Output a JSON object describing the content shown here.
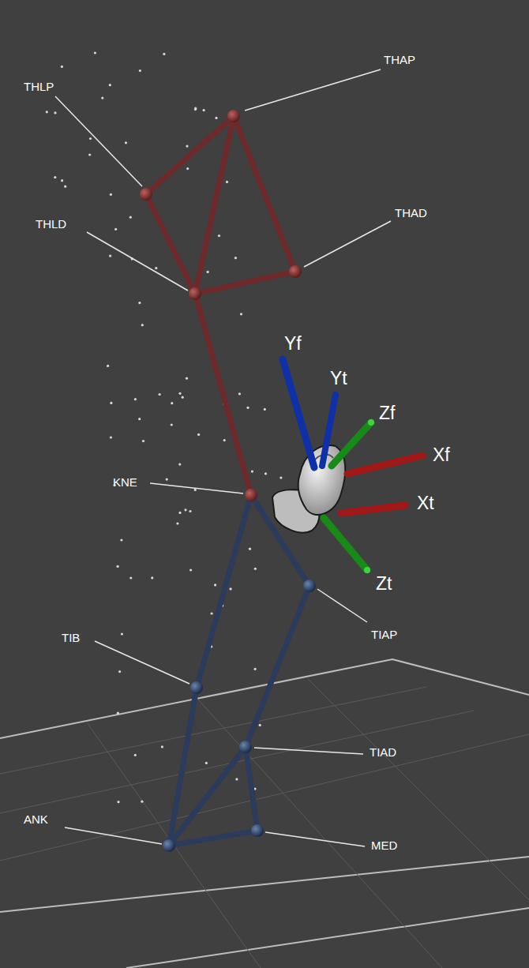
{
  "diagram": {
    "labels": [
      "THAP",
      "THLP",
      "THAD",
      "THLD",
      "KNE",
      "TIB",
      "TIAP",
      "TIAD",
      "ANK",
      "MED",
      "Yf",
      "Yt",
      "Zf",
      "Xf",
      "Xt",
      "Zt"
    ]
  }
}
